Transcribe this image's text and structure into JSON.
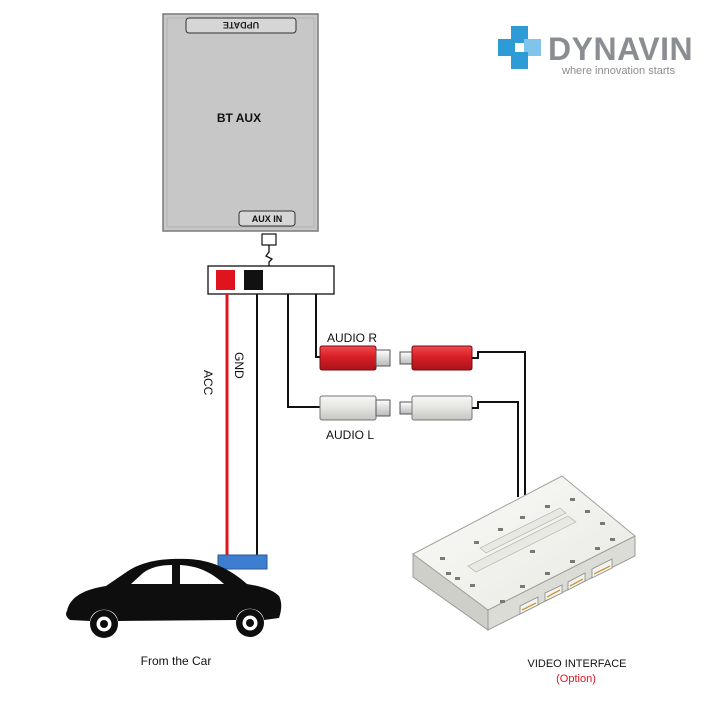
{
  "brand": {
    "name": "DYNAVIN",
    "tagline": "where innovation starts",
    "colors": {
      "blue": "#2e9bd6",
      "text": "#8a8d91"
    }
  },
  "module": {
    "name": "BT AUX",
    "update_label": "UPDATE",
    "aux_in_label": "AUX IN"
  },
  "wires": {
    "acc_label": "ACC",
    "gnd_label": "GND",
    "colors": {
      "acc": "#e0141e",
      "gnd": "#111111"
    }
  },
  "rca": {
    "right_label": "AUDIO R",
    "left_label": "AUDIO L",
    "colors": {
      "right": "#d81f26",
      "left": "#e6e6e4"
    }
  },
  "car": {
    "label": "From the Car"
  },
  "video_interface": {
    "label": "VIDEO INTERFACE",
    "sub_label": "(Option)",
    "sub_color": "#e0141e"
  },
  "icons": [
    "dynavin-logo-icon",
    "car-icon",
    "video-interface-box-icon"
  ]
}
